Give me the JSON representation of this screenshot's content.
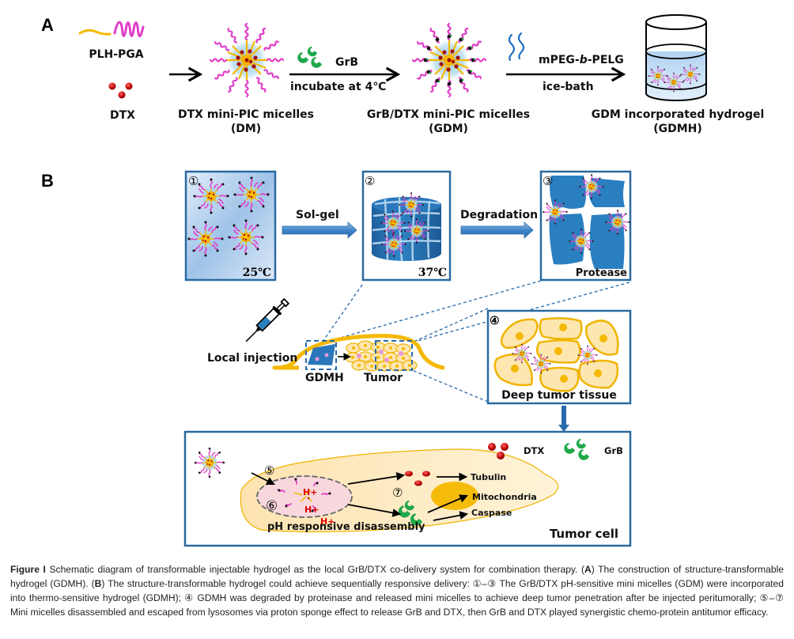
{
  "panel_a": {
    "letter": "A",
    "components": {
      "polymer_label": "PLH-PGA",
      "drug_label": "DTX"
    },
    "steps": [
      {
        "product_label_line1": "DTX mini-PIC micelles",
        "product_label_line2": "(DM)"
      },
      {
        "reagent_label": "GrB",
        "condition_label": "incubate at 4℃",
        "product_label_line1": "GrB/DTX mini-PIC micelles",
        "product_label_line2": "(GDM)"
      },
      {
        "reagent_label_prefix": "mPEG-",
        "reagent_label_italic": "b",
        "reagent_label_suffix": "-PELG",
        "condition_label": "ice-bath",
        "product_label_line1": "GDM incorporated hydrogel",
        "product_label_line2": "(GDMH)"
      }
    ]
  },
  "panel_b": {
    "letter": "B",
    "stages": [
      {
        "number": "①",
        "temperature": "25℃"
      },
      {
        "number": "②",
        "temperature": "37℃"
      },
      {
        "number": "③",
        "agent": "Protease"
      }
    ],
    "transitions": [
      "Sol-gel",
      "Degradation"
    ],
    "injection": {
      "label": "Local injection",
      "gel_label": "GDMH",
      "tumor_label": "Tumor"
    },
    "deep_tissue": {
      "number": "④",
      "label": "Deep tumor tissue"
    },
    "cell": {
      "label": "Tumor cell",
      "entry_number": "⑤",
      "disassembly_number": "⑥",
      "action_number": "⑦",
      "disassembly_label": "pH responsive disassembly",
      "proton_label": "H+",
      "legend": [
        {
          "icon": "dtx-drug-icon",
          "label": "DTX"
        },
        {
          "icon": "grb-protein-icon",
          "label": "GrB"
        }
      ],
      "targets": [
        "Tubulin",
        "Mitochondria",
        "Caspase"
      ]
    }
  },
  "caption": {
    "figure_label": "Figure I",
    "parts": [
      {
        "text": " Schematic diagram of transformable injectable hydrogel as the local GrB/DTX co-delivery system for combination therapy. (",
        "bold": false
      },
      {
        "text": "A",
        "bold": true
      },
      {
        "text": ") The construction of structure-transformable hydrogel (GDMH). (",
        "bold": false
      },
      {
        "text": "B",
        "bold": true
      },
      {
        "text": ") The structure-transformable hydrogel could achieve sequentially responsive delivery: ①–③ The GrB/DTX pH-sensitive mini micelles (GDM) were incorporated into thermo-sensitive hydrogel (GDMH); ④ GDMH was degraded by proteinase and released mini micelles to achieve deep tumor penetration after be injected peritumorally; ⑤–⑦ Mini micelles disassembled and escaped from lysosomes via proton sponge effect to release GrB and DTX, then GrB and DTX played synergistic chemo-protein antitumor efficacy.",
        "bold": false
      }
    ]
  },
  "colors": {
    "frame_blue": "#2e75b6",
    "gel_blue": "#2e7fc0",
    "polymer_magenta": "#e040c8",
    "polymer_yellow": "#f5b800",
    "drug_red": "#c00000",
    "grb_green": "#1fa84a",
    "cell_fill": "#fde8b8",
    "cell_outline": "#f0b400"
  }
}
